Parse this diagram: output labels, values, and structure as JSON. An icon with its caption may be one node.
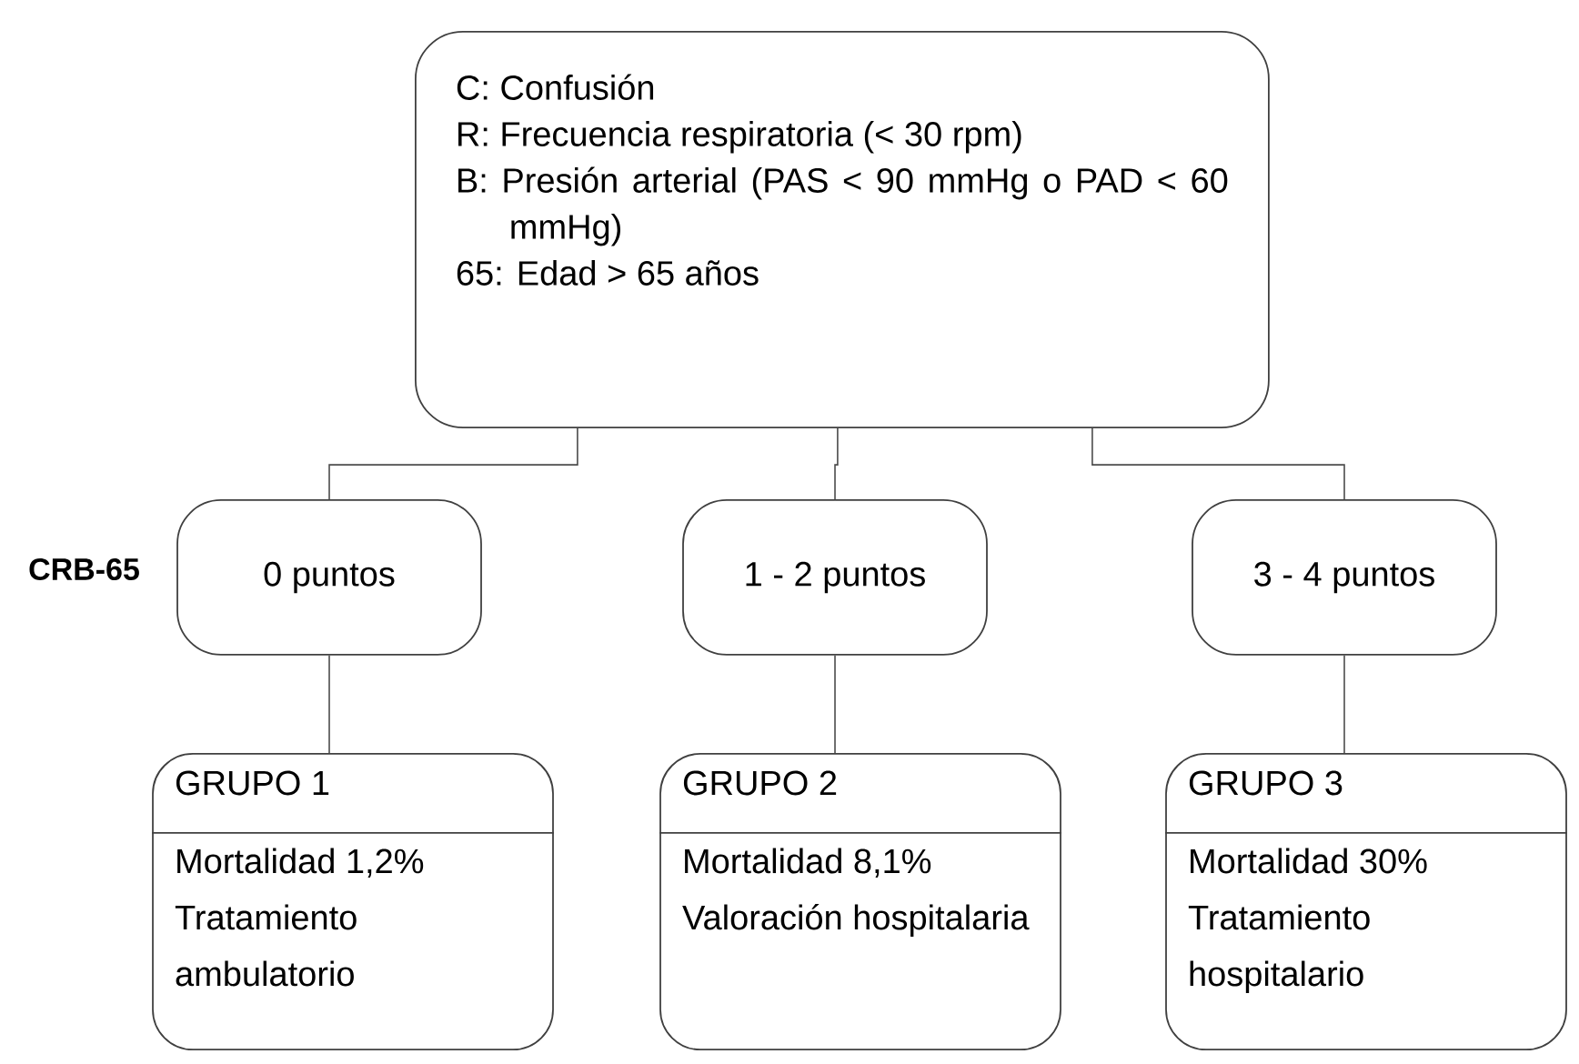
{
  "diagram": {
    "nodes": [
      {
        "text": [
          "C: Confusión",
          "R: Frecuencia respiratoria (< 30 rpm)",
          "B: Presión arterial (PAS < 90 mmHg o PAD < 60 mmHg)",
          "65: Edad > 65 años"
        ]
      },
      {
        "text": [
          "0 puntos"
        ]
      },
      {
        "text": [
          "1 - 2 puntos"
        ]
      },
      {
        "text": [
          "3 - 4 puntos"
        ]
      },
      {
        "text": [
          "GRUPO 1",
          "Mortalidad 1,2%",
          "Tratamiento ambulatorio"
        ]
      },
      {
        "text": [
          "GRUPO 2",
          "Mortalidad 8,1%",
          "Valoración hospitalaria"
        ]
      },
      {
        "text": [
          "GRUPO 3",
          "Mortalidad 30%",
          "Tratamiento hospitalario"
        ]
      }
    ],
    "edges": [
      {
        "from": 0,
        "to": 1,
        "arrow": "none"
      },
      {
        "from": 0,
        "to": 2,
        "arrow": "none"
      },
      {
        "from": 0,
        "to": 3,
        "arrow": "none"
      },
      {
        "from": 1,
        "to": 4,
        "arrow": "none"
      },
      {
        "from": 2,
        "to": 5,
        "arrow": "none"
      },
      {
        "from": 3,
        "to": 6,
        "arrow": "none"
      }
    ],
    "labels": [
      "CRB-65"
    ]
  }
}
